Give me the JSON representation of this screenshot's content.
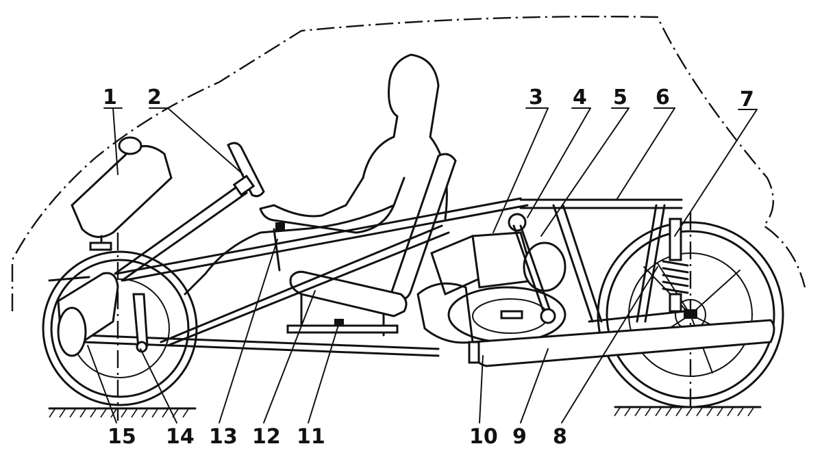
{
  "diagram": {
    "callouts": [
      {
        "id": "c1",
        "label": "1"
      },
      {
        "id": "c2",
        "label": "2"
      },
      {
        "id": "c3",
        "label": "3"
      },
      {
        "id": "c4",
        "label": "4"
      },
      {
        "id": "c5",
        "label": "5"
      },
      {
        "id": "c6",
        "label": "6"
      },
      {
        "id": "c7",
        "label": "7"
      },
      {
        "id": "c15",
        "label": "15"
      },
      {
        "id": "c14",
        "label": "14"
      },
      {
        "id": "c13",
        "label": "13"
      },
      {
        "id": "c12",
        "label": "12"
      },
      {
        "id": "c11",
        "label": "11"
      },
      {
        "id": "c10",
        "label": "10"
      },
      {
        "id": "c9",
        "label": "9"
      },
      {
        "id": "c8",
        "label": "8"
      }
    ]
  }
}
